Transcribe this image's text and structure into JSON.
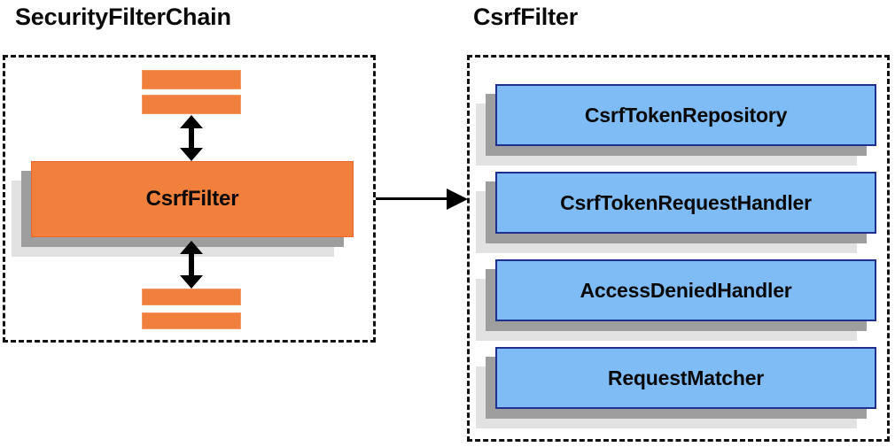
{
  "diagram": {
    "title_left": "SecurityFilterChain",
    "title_right": "CsrfFilter",
    "colors": {
      "filter_fill": "#F0803B",
      "filter_border": "#E8662A",
      "collaborator_fill": "#7FBCF5",
      "collaborator_border": "#1F2F8F",
      "shadow_near": "#9E9E9E",
      "shadow_far": "#E2E2E2",
      "panel_border": "#111111",
      "text": "#080808"
    },
    "left_panel": {
      "label": "SecurityFilterChain",
      "focus_node": {
        "label": "CsrfFilter"
      },
      "stub_bars_above": [
        "",
        ""
      ],
      "stub_bars_below": [
        "",
        ""
      ],
      "arrow_above": {
        "kind": "double-headed-vertical"
      },
      "arrow_below": {
        "kind": "double-headed-vertical"
      }
    },
    "connector": {
      "kind": "single-headed-horizontal",
      "label": ""
    },
    "right_panel": {
      "label": "CsrfFilter",
      "collaborators": [
        {
          "label": "CsrfTokenRepository"
        },
        {
          "label": "CsrfTokenRequestHandler"
        },
        {
          "label": "AccessDeniedHandler"
        },
        {
          "label": "RequestMatcher"
        }
      ]
    }
  }
}
